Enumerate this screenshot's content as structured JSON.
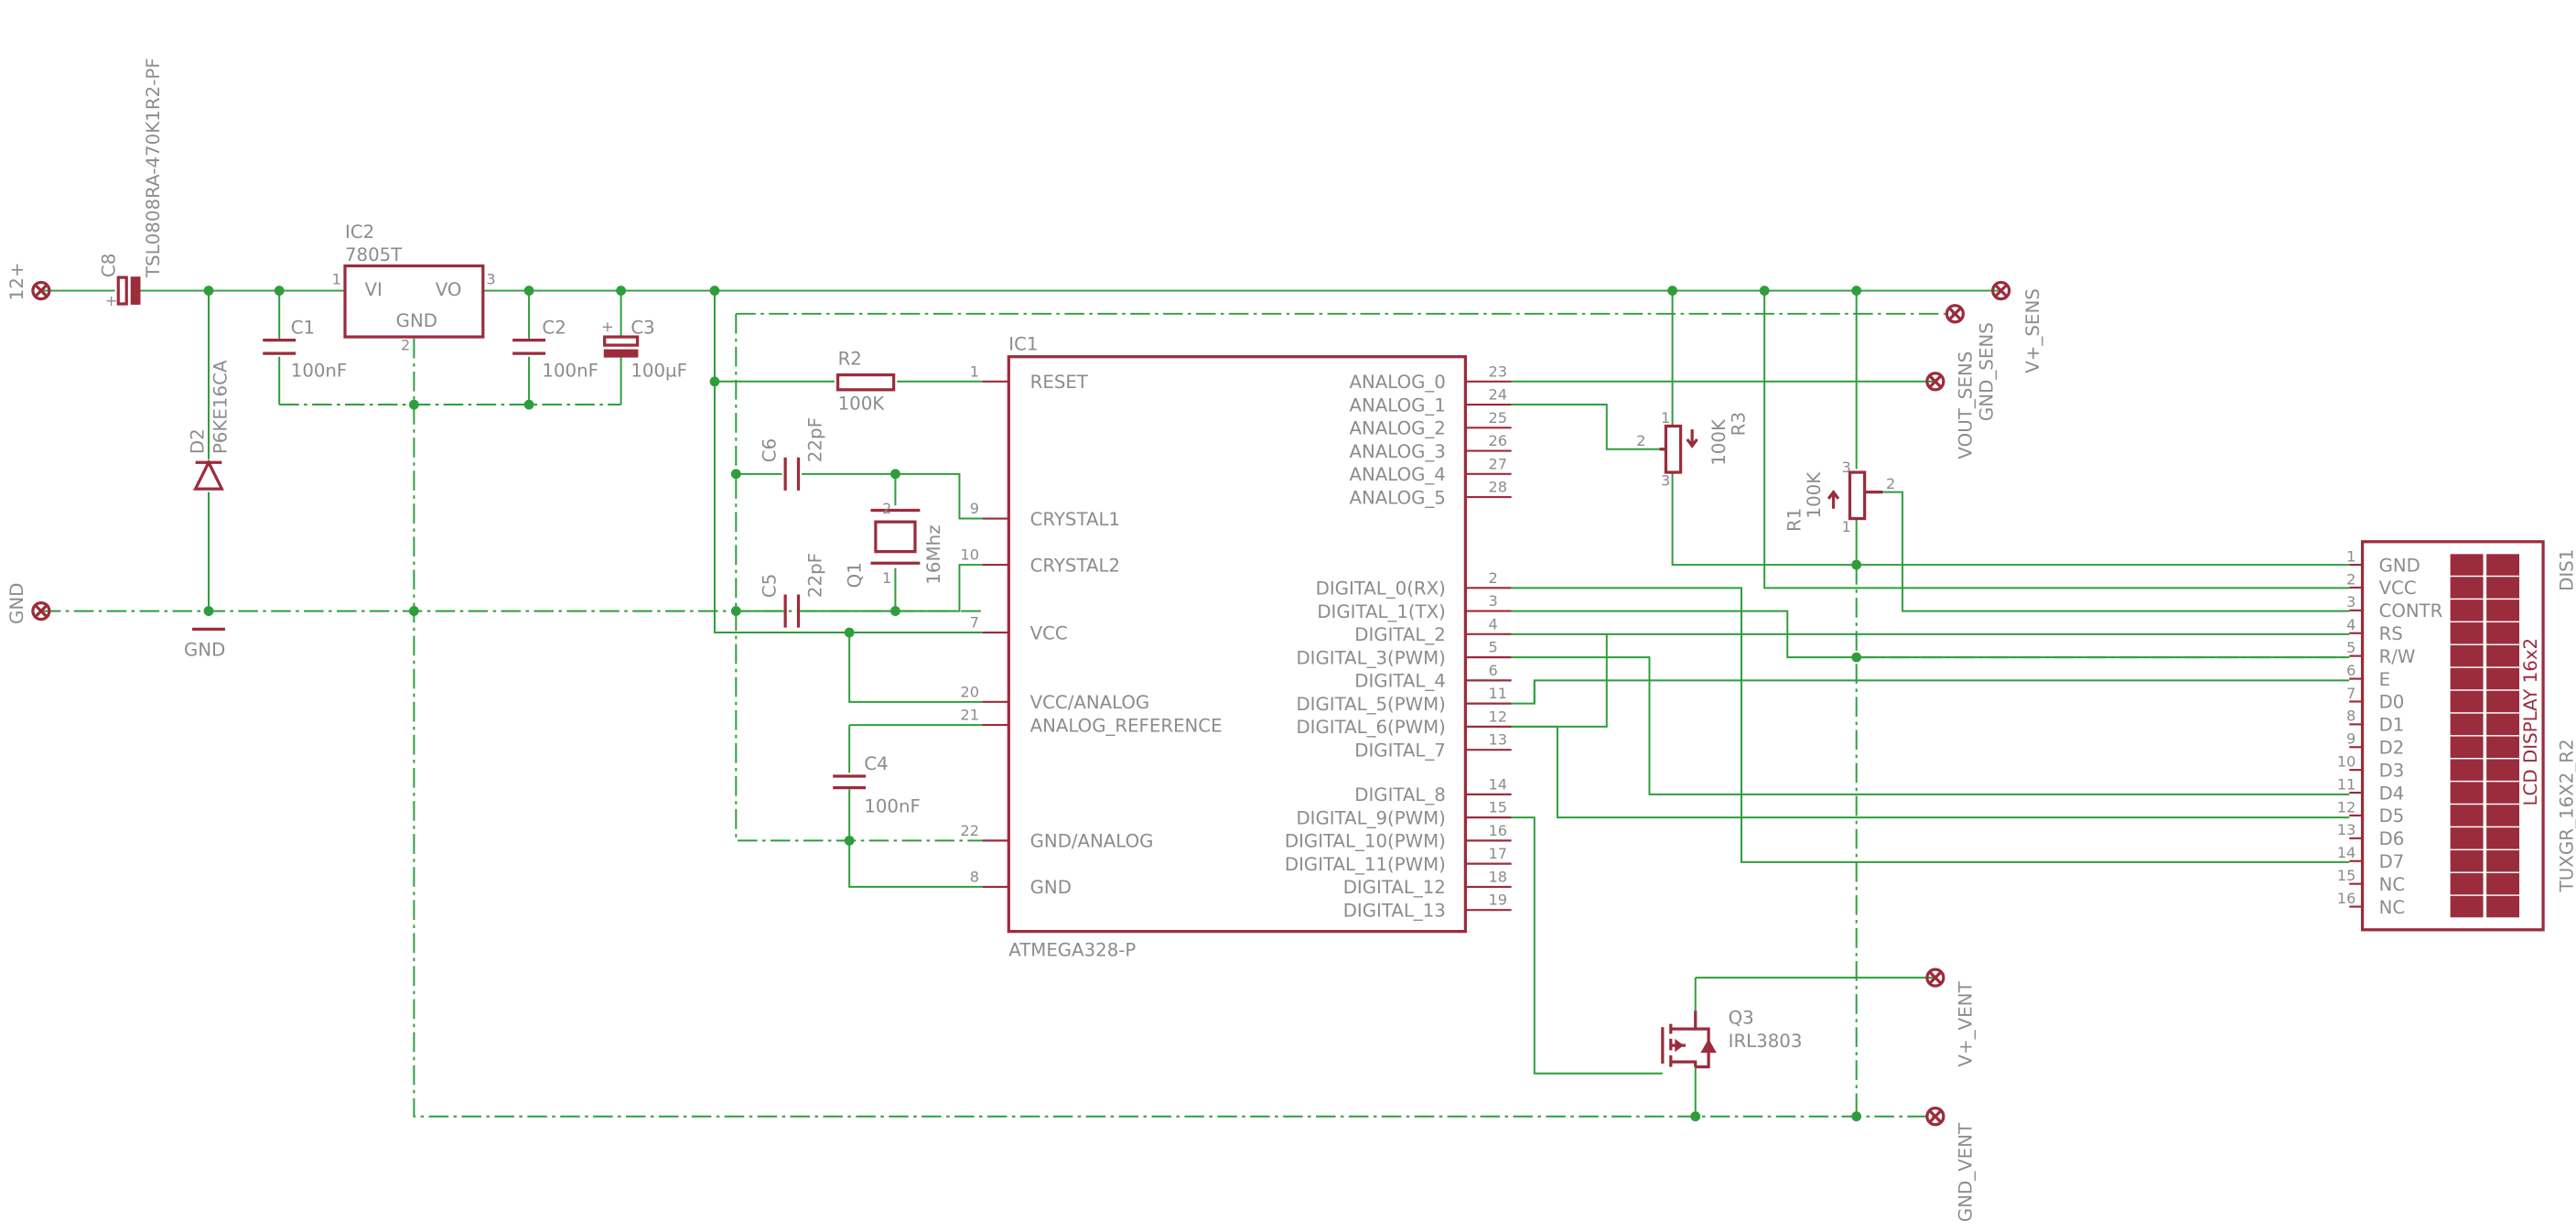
{
  "colors": {
    "part": "#9b2c3c",
    "wire": "#2e9e3c",
    "text": "#8c8c8c",
    "background": "#ffffff"
  },
  "supplies": {
    "v12": "12+",
    "gnd": "GND",
    "gnd_symbol": "GND",
    "v_sens": "V+_SENS",
    "gnd_sens": "GND_SENS",
    "vout_sens": "VOUT_SENS",
    "v_vent": "V+_VENT",
    "gnd_vent": "GND_VENT"
  },
  "components": {
    "c8": {
      "name": "C8",
      "value": "TSL0808RA-470K1R2-PF"
    },
    "d2": {
      "name": "D2",
      "value": "P6KE16CA"
    },
    "c1": {
      "name": "C1",
      "value": "100nF"
    },
    "ic2": {
      "name": "IC2",
      "value": "7805T",
      "pin_vi": "VI",
      "pin_vo": "VO",
      "pin_gnd": "GND",
      "pn1": "1",
      "pn2": "2",
      "pn3": "3"
    },
    "c2": {
      "name": "C2",
      "value": "100nF"
    },
    "c3": {
      "name": "C3",
      "value": "100µF"
    },
    "r2": {
      "name": "R2",
      "value": "100K"
    },
    "c6": {
      "name": "C6",
      "value": "22pF"
    },
    "c5": {
      "name": "C5",
      "value": "22pF"
    },
    "q1": {
      "name": "Q1",
      "value": "16Mhz",
      "pn1": "1",
      "pn2": "2"
    },
    "c4": {
      "name": "C4",
      "value": "100nF"
    },
    "r3": {
      "name": "R3",
      "value": "100K",
      "pn1": "1",
      "pn2": "2",
      "pn3": "3"
    },
    "r1": {
      "name": "R1",
      "value": "100K",
      "pn1": "1",
      "pn2": "2",
      "pn3": "3"
    },
    "q3": {
      "name": "Q3",
      "value": "IRL3803"
    }
  },
  "ic1": {
    "name": "IC1",
    "value": "ATMEGA328-P",
    "left_pins": [
      {
        "num": "1",
        "label": "RESET"
      },
      {
        "num": "9",
        "label": "CRYSTAL1"
      },
      {
        "num": "10",
        "label": "CRYSTAL2"
      },
      {
        "num": "7",
        "label": "VCC"
      },
      {
        "num": "20",
        "label": "VCC/ANALOG"
      },
      {
        "num": "21",
        "label": "ANALOG_REFERENCE"
      },
      {
        "num": "22",
        "label": "GND/ANALOG"
      },
      {
        "num": "8",
        "label": "GND"
      }
    ],
    "right_pins": [
      {
        "num": "23",
        "label": "ANALOG_0"
      },
      {
        "num": "24",
        "label": "ANALOG_1"
      },
      {
        "num": "25",
        "label": "ANALOG_2"
      },
      {
        "num": "26",
        "label": "ANALOG_3"
      },
      {
        "num": "27",
        "label": "ANALOG_4"
      },
      {
        "num": "28",
        "label": "ANALOG_5"
      },
      {
        "num": "2",
        "label": "DIGITAL_0(RX)"
      },
      {
        "num": "3",
        "label": "DIGITAL_1(TX)"
      },
      {
        "num": "4",
        "label": "DIGITAL_2"
      },
      {
        "num": "5",
        "label": "DIGITAL_3(PWM)"
      },
      {
        "num": "6",
        "label": "DIGITAL_4"
      },
      {
        "num": "11",
        "label": "DIGITAL_5(PWM)"
      },
      {
        "num": "12",
        "label": "DIGITAL_6(PWM)"
      },
      {
        "num": "13",
        "label": "DIGITAL_7"
      },
      {
        "num": "14",
        "label": "DIGITAL_8"
      },
      {
        "num": "15",
        "label": "DIGITAL_9(PWM)"
      },
      {
        "num": "16",
        "label": "DIGITAL_10(PWM)"
      },
      {
        "num": "17",
        "label": "DIGITAL_11(PWM)"
      },
      {
        "num": "18",
        "label": "DIGITAL_12"
      },
      {
        "num": "19",
        "label": "DIGITAL_13"
      }
    ]
  },
  "lcd": {
    "name": "DIS1",
    "value": "TUXGR_16X2_R2",
    "title": "LCD DISPLAY 16x2",
    "pins": [
      {
        "num": "1",
        "label": "GND"
      },
      {
        "num": "2",
        "label": "VCC"
      },
      {
        "num": "3",
        "label": "CONTR"
      },
      {
        "num": "4",
        "label": "RS"
      },
      {
        "num": "5",
        "label": "R/W"
      },
      {
        "num": "6",
        "label": "E"
      },
      {
        "num": "7",
        "label": "D0"
      },
      {
        "num": "8",
        "label": "D1"
      },
      {
        "num": "9",
        "label": "D2"
      },
      {
        "num": "10",
        "label": "D3"
      },
      {
        "num": "11",
        "label": "D4"
      },
      {
        "num": "12",
        "label": "D5"
      },
      {
        "num": "13",
        "label": "D6"
      },
      {
        "num": "14",
        "label": "D7"
      },
      {
        "num": "15",
        "label": "NC"
      },
      {
        "num": "16",
        "label": "NC"
      }
    ]
  }
}
